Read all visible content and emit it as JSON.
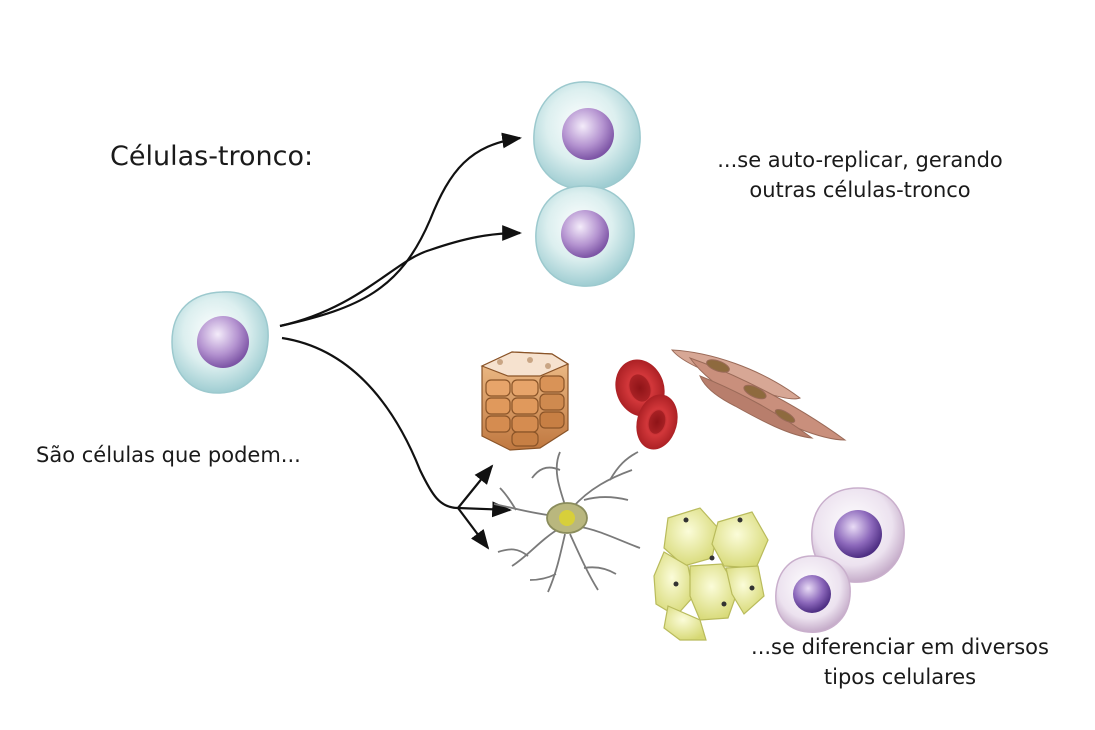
{
  "title": "Células-tronco:",
  "subtitle": "São células que podem...",
  "self_renewal": {
    "line1": "...se auto-replicar, gerando",
    "line2": "outras células-tronco"
  },
  "differentiation": {
    "line1": "...se diferenciar em diversos",
    "line2": "tipos celulares"
  },
  "colors": {
    "stem_cytoplasm": "#cfe8ea",
    "stem_nucleus": "#a884c4",
    "red_blood_cell": "#c3262a",
    "epithelial": "#d99a63",
    "smooth_muscle": "#c98f7c",
    "neuron": "#8a8c5c",
    "adipocyte": "#e6e88a",
    "white_blood_cell": "#8560b4"
  }
}
